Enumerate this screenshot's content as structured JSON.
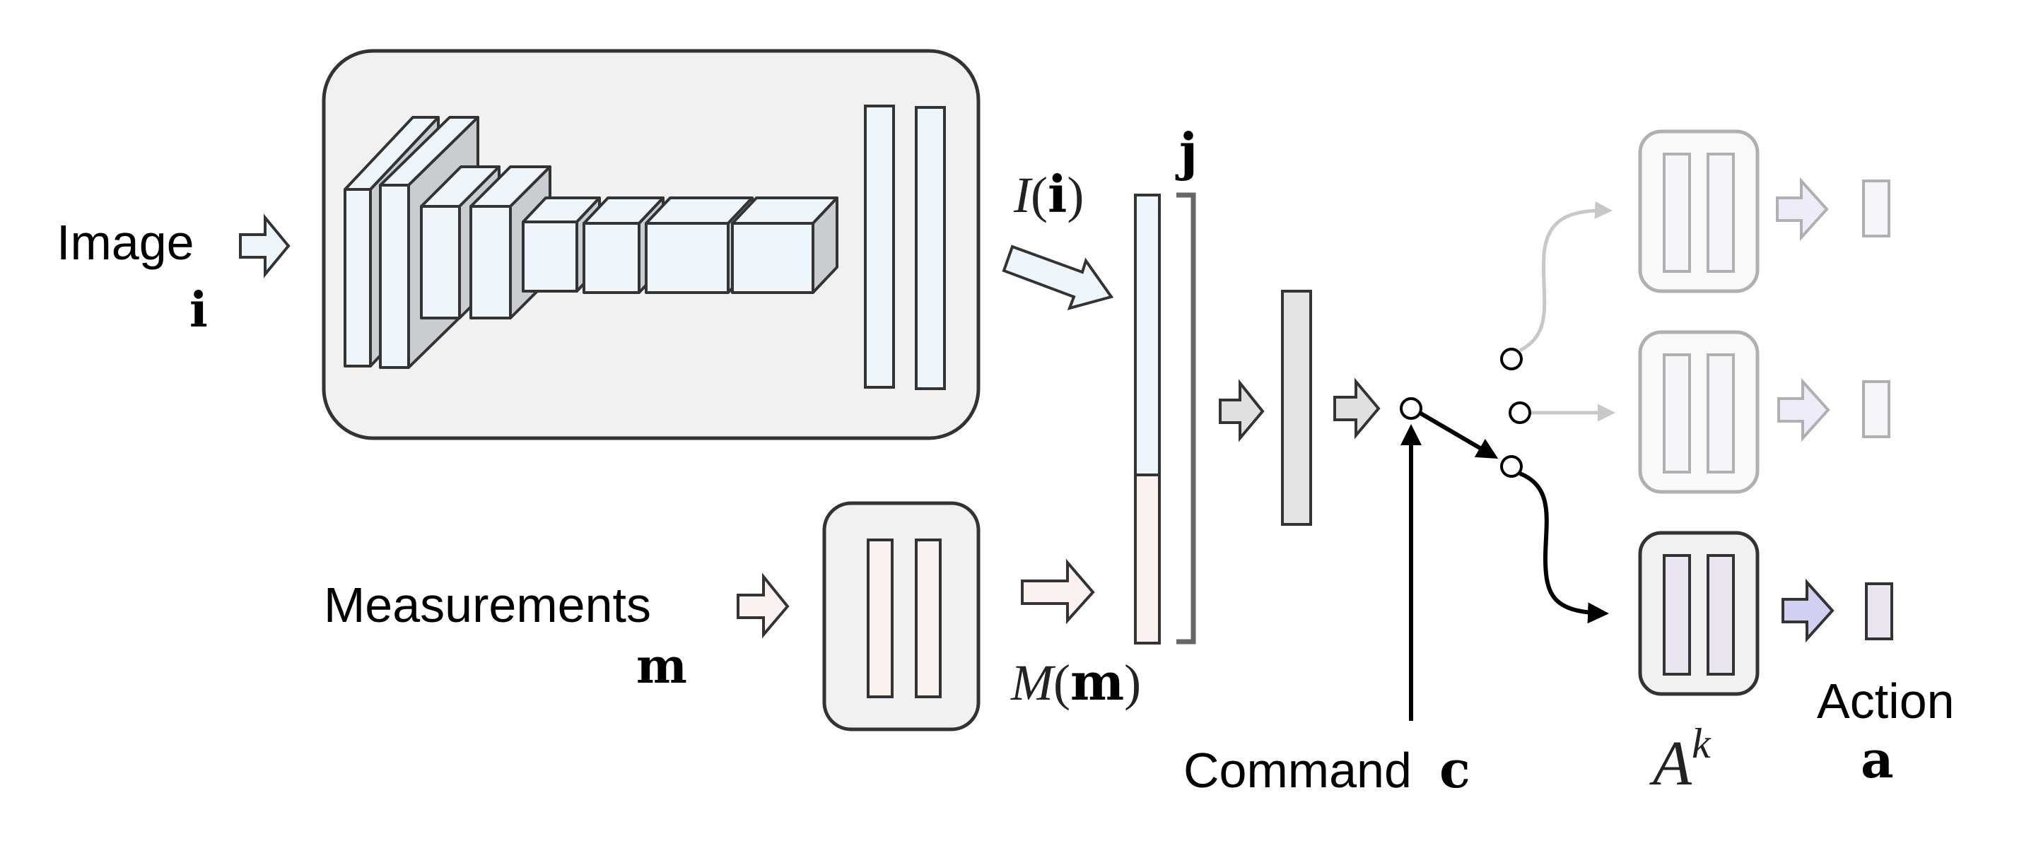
{
  "labels": {
    "image": "Image",
    "image_var": "i",
    "measurements": "Measurements",
    "measurements_var": "m",
    "command": "Command",
    "command_var": "c",
    "action": "Action",
    "action_var": "a",
    "joint_var": "j",
    "image_module": {
      "fn": "I",
      "lp": "(",
      "arg": "i",
      "rp": ")"
    },
    "meas_module": {
      "fn": "M",
      "lp": "(",
      "arg": "m",
      "rp": ")"
    },
    "branch": {
      "base": "A",
      "sup": "k"
    }
  },
  "colors": {
    "image_feature": "#eef6fc",
    "measurement_feature": "#fbf2f0",
    "action_feature": "#ebe5f1",
    "container_fill": "#f1f1f1",
    "stroke": "#333333",
    "active_path": "#000000",
    "inactive": "#c8c8c8"
  },
  "icons": [
    "arrow-right-icon",
    "switch-node-icon"
  ]
}
